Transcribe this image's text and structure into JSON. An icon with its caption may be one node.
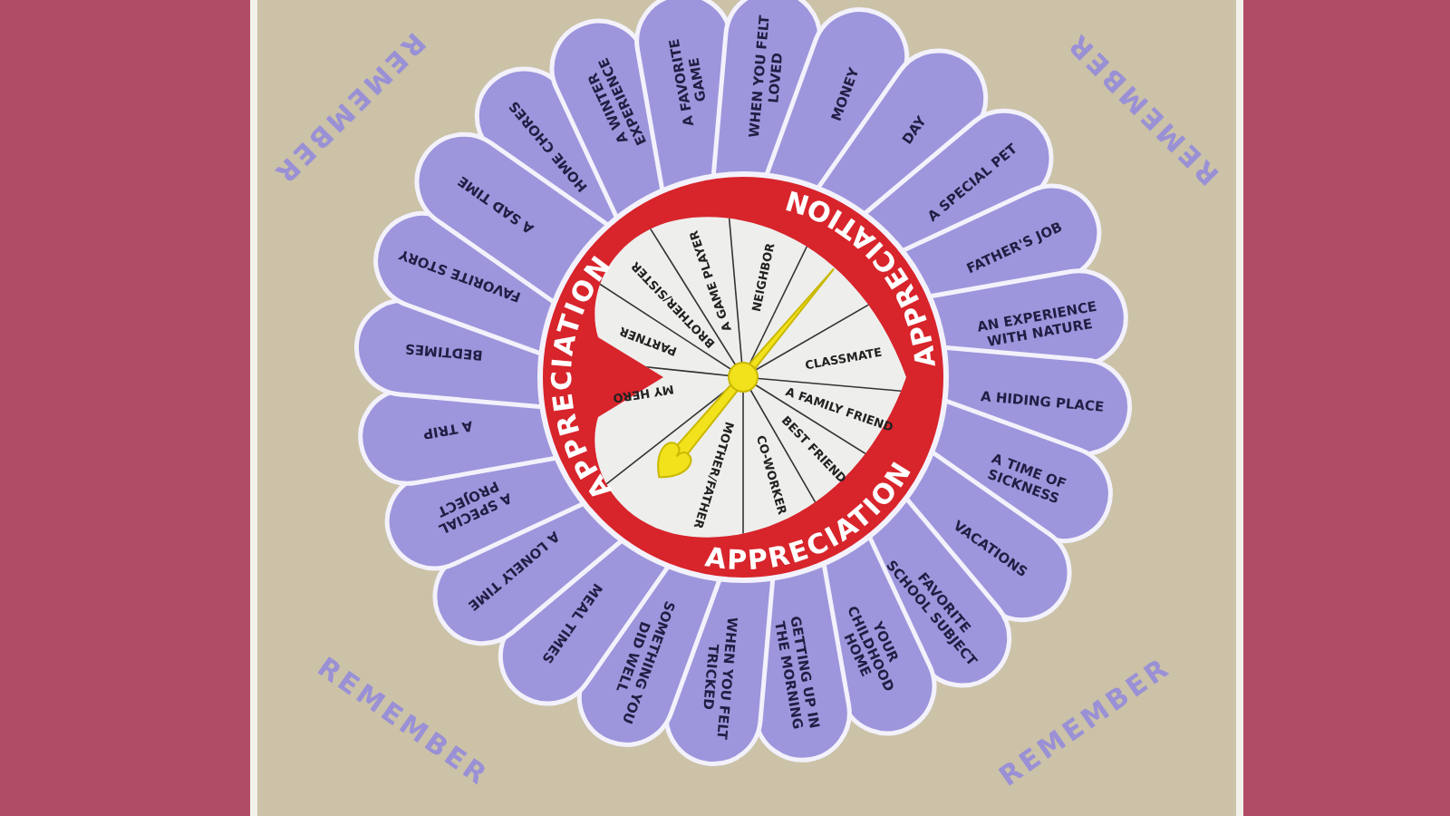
{
  "diagram": {
    "labels": [
      "REMEMBER",
      "REMEMBER",
      "WHEN YOU FELT LOVED",
      "A FAVORITE GAME",
      "MONEY",
      "A WINTER EXPERIENCE",
      "DAY",
      "HOME CHORES",
      "A SPECIAL PET",
      "A SAD TIME",
      "APPRECIATION",
      "FATHER'S JOB",
      "FAVORITE STORY",
      "NEIGHBOR",
      "A GAME PLAYER",
      "BROTHER/SISTER",
      "AN EXPERIENCE WITH NATURE",
      "PARTNER",
      "BEDTIMES",
      "CLASSMATE",
      "APPRECIATION",
      "MY HERO",
      "A HIDING PLACE",
      "A FAMILY FRIEND",
      "A TRIP",
      "BEST FRIEND",
      "CO-WORKER",
      "MOTHER/FATHER",
      "A TIME OF SICKNESS",
      "A SPECIAL PROJECT",
      "VACATIONS",
      "APPRECIATION",
      "A LONELY TIME",
      "FAVORITE SCHOOL SUBJECT",
      "MEAL TIMES",
      "YOUR CHILDHOOD HOME",
      "SOMETHING YOU DID WELL",
      "GETTING UP IN THE MORNING",
      "WHEN YOU FELT TRICKED",
      "REMEMBER",
      "REMEMBER"
    ]
  }
}
